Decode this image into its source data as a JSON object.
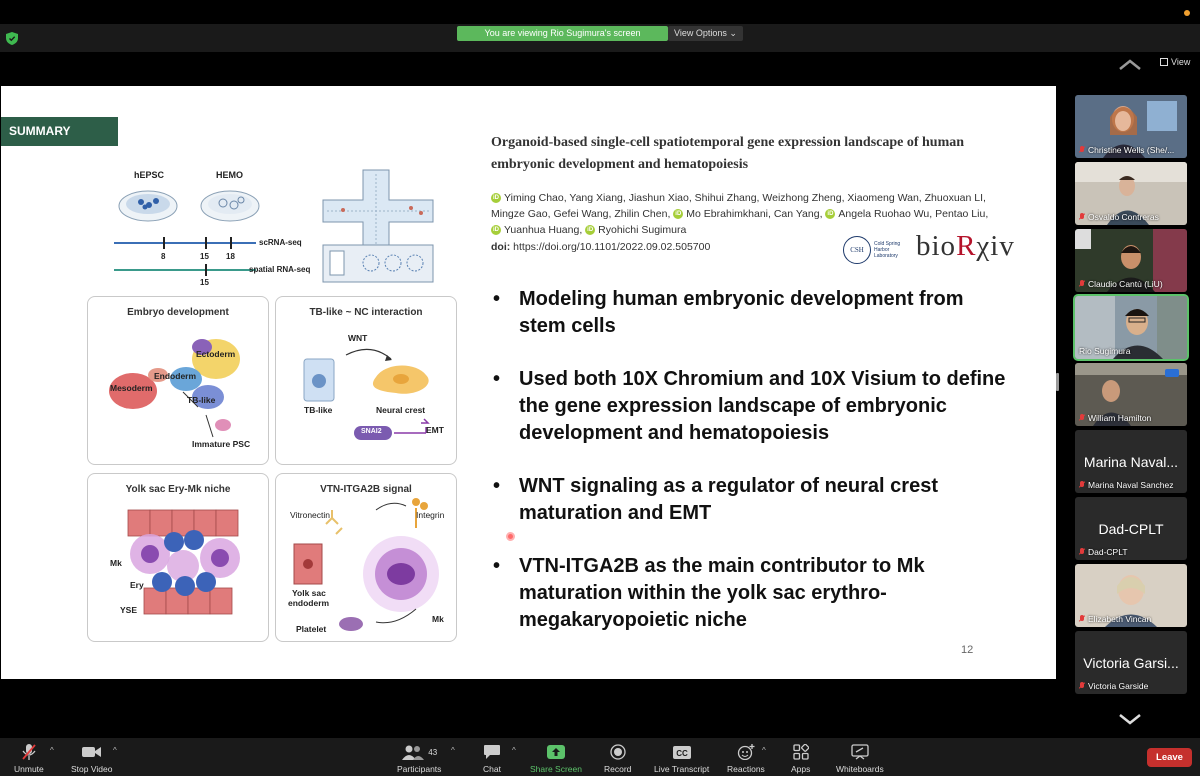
{
  "meeting": {
    "viewing_banner": "You are viewing Rio Sugimura's screen",
    "view_options": "View Options",
    "view_button": "View"
  },
  "slide": {
    "tag": "SUMMARY",
    "paper_title": "Organoid-based single-cell spatiotemporal gene expression landscape of human embryonic development and hematopoiesis",
    "authors_line1": "Yiming Chao, Yang Xiang, Jiashun Xiao, Shihui Zhang, Weizhong Zheng, Xiaomeng Wan, Zhuoxuan LI,",
    "authors_line2a": "Mingze Gao, Gefei Wang, Zhilin Chen,",
    "authors_line2b": "Mo Ebrahimkhani, Can Yang,",
    "authors_line2c": "Angela Ruohao Wu, Pentao Liu,",
    "authors_line3a": "Yuanhua Huang,",
    "authors_line3b": "Ryohichi Sugimura",
    "doi_label": "doi:",
    "doi_value": "https://doi.org/10.1101/2022.09.02.505700",
    "cshl_abbr": "CSH",
    "cshl_text": "Cold Spring Harbor Laboratory",
    "biorxiv_a": "bio",
    "biorxiv_r": "R",
    "biorxiv_b": "χiv",
    "bullets": [
      "Modeling human embryonic development from stem cells",
      "Used both 10X Chromium and 10X Visium to define the gene expression landscape of embryonic development and hematopoiesis",
      "WNT signaling as a regulator of neural crest maturation and EMT",
      "VTN-ITGA2B as the main contributor to Mk maturation within the yolk sac erythro-megakaryopoietic niche"
    ],
    "bullet_char": "•",
    "page_number": "12",
    "figure": {
      "hepsc": "hEPSC",
      "hemo": "HEMO",
      "scrna": "scRNA-seq",
      "spatial": "spatial RNA-seq",
      "t8": "8",
      "t15": "15",
      "t18": "18",
      "t15b": "15",
      "panel1_title": "Embryo development",
      "ectoderm": "Ectoderm",
      "endoderm": "Endoderm",
      "mesoderm": "Mesoderm",
      "tblike": "TB-like",
      "immature": "Immature PSC",
      "panel2_title": "TB-like ~ NC interaction",
      "wnt": "WNT",
      "tblike2": "TB-like",
      "neural_crest": "Neural crest",
      "snai2": "SNAI2",
      "emt": "EMT",
      "panel3_title": "Yolk sac Ery-Mk niche",
      "mk": "Mk",
      "ery": "Ery",
      "yse": "YSE",
      "panel4_title": "VTN-ITGA2B signal",
      "vitronectin": "Vitronectin",
      "integrin": "Integrin",
      "yolk_sac_endoderm_1": "Yolk sac",
      "yolk_sac_endoderm_2": "endoderm",
      "platelet": "Platelet",
      "mk2": "Mk"
    }
  },
  "participants": [
    {
      "name": "Christine Wells (She/...",
      "muted": true
    },
    {
      "name": "Osvaldo Contreras",
      "muted": true
    },
    {
      "name": "Claudio Cantù (LiU)",
      "muted": true
    },
    {
      "name": "Rio Sugimura",
      "muted": false,
      "active": true
    },
    {
      "name": "William Hamilton",
      "muted": true
    },
    {
      "name": "Marina Naval Sanchez",
      "display": "Marina Naval...",
      "muted": true
    },
    {
      "name": "Dad-CPLT",
      "display": "Dad-CPLT",
      "muted": true
    },
    {
      "name": "Elizabeth Vincan",
      "muted": true
    },
    {
      "name": "Victoria Garside",
      "display": "Victoria Garsi...",
      "muted": true
    }
  ],
  "toolbar": {
    "unmute": "Unmute",
    "stop_video": "Stop Video",
    "participants": "Participants",
    "participant_count": "43",
    "chat": "Chat",
    "share_screen": "Share Screen",
    "record": "Record",
    "live_transcript": "Live Transcript",
    "reactions": "Reactions",
    "apps": "Apps",
    "whiteboards": "Whiteboards",
    "leave": "Leave",
    "cc": "CC"
  },
  "colors": {
    "zoom_green": "#5cb85c",
    "summary_bg": "#2d5e48",
    "leave_red": "#c5302d",
    "orcid_green": "#a6ce39"
  }
}
